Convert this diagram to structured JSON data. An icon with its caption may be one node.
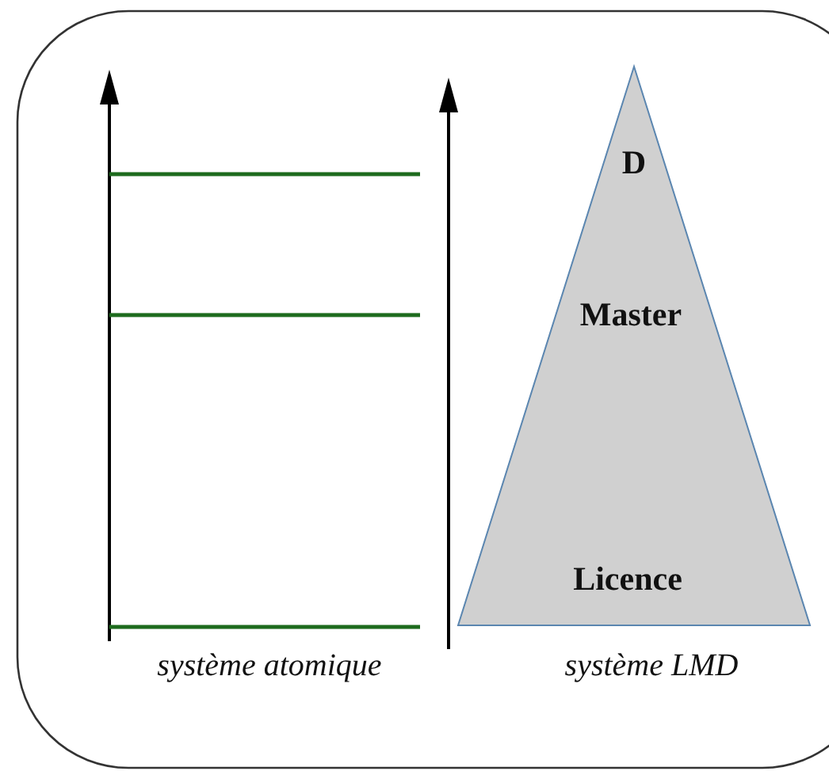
{
  "diagram": {
    "nodes": [
      {
        "text": [
          "D",
          "Master",
          "Licence"
        ]
      }
    ],
    "edges": [],
    "labels": [
      "système atomique",
      "système LMD"
    ]
  }
}
